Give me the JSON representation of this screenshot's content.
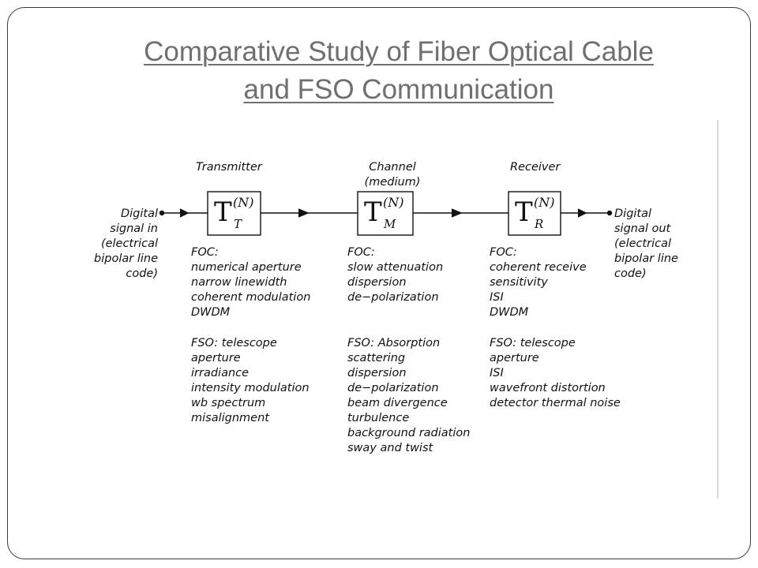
{
  "title": {
    "line1": "Comparative Study of Fiber Optical Cable",
    "line2": "and FSO Communication"
  },
  "diagram": {
    "headers": {
      "transmitter": "Transmitter",
      "channel_line1": "Channel",
      "channel_line2": "(medium)",
      "receiver": "Receiver"
    },
    "input_label": "Digital\nsignal in\n(electrical\nbipolar line\ncode)",
    "output_label": "Digital\nsignal out\n(electrical\nbipolar line\ncode)",
    "boxes": [
      {
        "main": "T",
        "sup": "(N)",
        "sub": "T"
      },
      {
        "main": "T",
        "sup": "(N)",
        "sub": "M"
      },
      {
        "main": "T",
        "sup": "(N)",
        "sub": "R"
      }
    ],
    "transmitter_foc": "FOC:\nnumerical aperture\nnarrow linewidth\ncoherent modulation\nDWDM",
    "transmitter_fso": "FSO: telescope\naperture\nirradiance\nintensity modulation\nwb spectrum\nmisalignment",
    "channel_foc": "FOC:\nslow attenuation\ndispersion\nde−polarization",
    "channel_fso": "FSO: Absorption\nscattering\ndispersion\nde−polarization\nbeam divergence\nturbulence\nbackground radiation\nsway and twist",
    "receiver_foc": "FOC:\ncoherent receive\nsensitivity\nISI\nDWDM",
    "receiver_fso": "FSO: telescope\naperture\nISI\nwavefront distortion\ndetector thermal noise"
  },
  "colors": {
    "title": "#6f6f6f",
    "line": "#111111",
    "frame": "#3a3a3a"
  }
}
